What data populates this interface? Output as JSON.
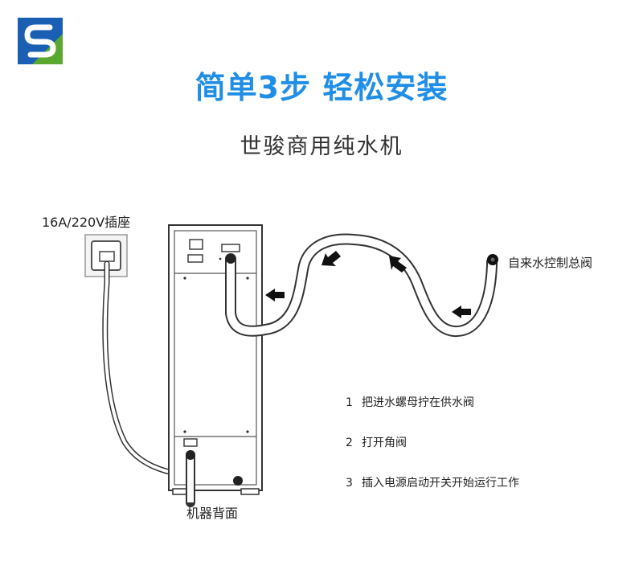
{
  "header": {
    "title": "简单3步 轻松安装",
    "subtitle": "世骏商用纯水机"
  },
  "labels": {
    "socket": "16A/220V插座",
    "main_valve": "自来水控制总阀",
    "machine_back": "机器背面"
  },
  "steps": [
    {
      "num": "1",
      "text": "把进水螺母拧在供水阀"
    },
    {
      "num": "2",
      "text": "打开角阀"
    },
    {
      "num": "3",
      "text": "插入电源启动开关开始运行工作"
    }
  ],
  "colors": {
    "title": "#1f8ee6",
    "logo_blue": "#1a5fb4",
    "logo_green": "#5aa82e"
  },
  "icons": [
    "logo-icon",
    "flow-arrow-icon",
    "power-socket-icon",
    "water-valve-icon"
  ]
}
